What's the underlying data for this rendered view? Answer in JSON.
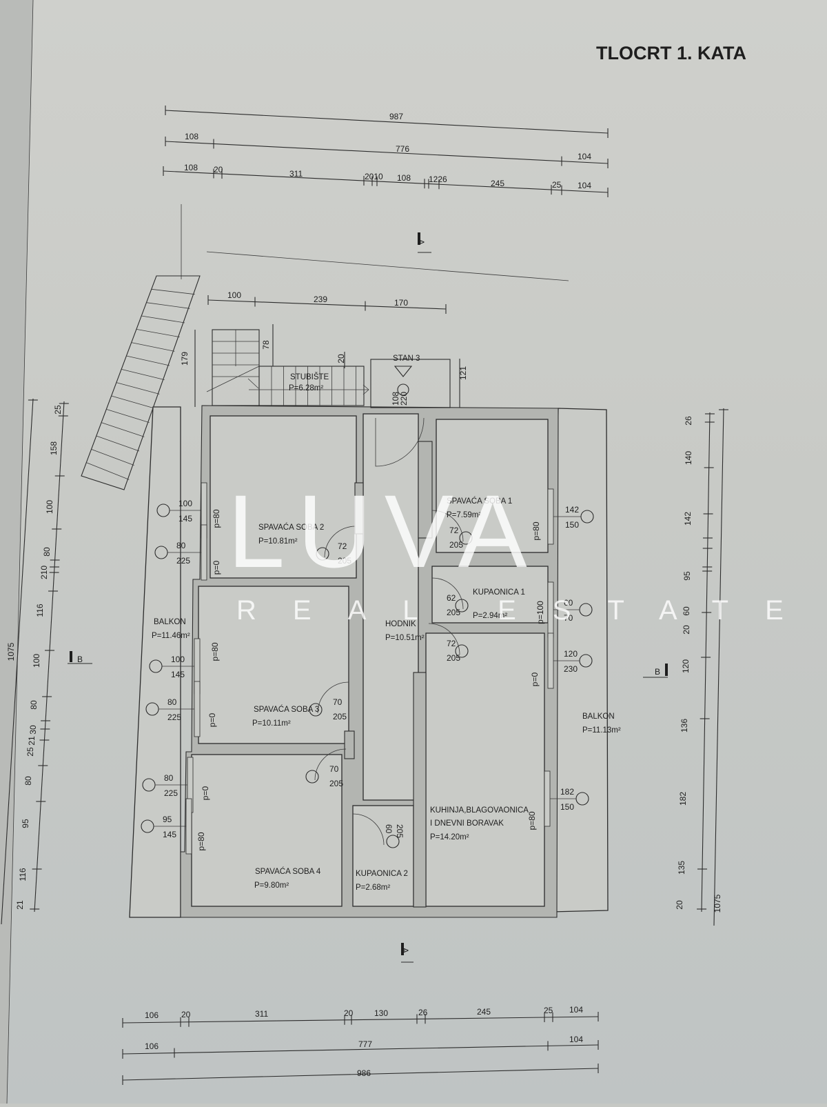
{
  "title": "TLOCRT 1. KATA",
  "watermark": {
    "brand": "LUVA",
    "tagline": "REAL ESTATE"
  },
  "rooms": {
    "stubiste": {
      "name": "STUBIŠTE",
      "area": "P=6.28m²"
    },
    "stan3": {
      "name": "STAN 3"
    },
    "soba2": {
      "name": "SPAVAĆA SOBA 2",
      "area": "P=10.81m²"
    },
    "soba1": {
      "name": "SPAVAĆA SOBA 1",
      "area": "P=7.59m²"
    },
    "kupaonica1": {
      "name": "KUPAONICA 1",
      "area": "P=2.94m²"
    },
    "hodnik": {
      "name": "HODNIK",
      "area": "P=10.51m²"
    },
    "balkon_left": {
      "name": "BALKON",
      "area": "P=11.46m²"
    },
    "soba3": {
      "name": "SPAVAĆA SOBA 3",
      "area": "P=10.11m²"
    },
    "balkon_right": {
      "name": "BALKON",
      "area": "P=11.13m²"
    },
    "soba4": {
      "name": "SPAVAĆA SOBA 4",
      "area": "P=9.80m²"
    },
    "kupaonica2": {
      "name": "KUPAONICA 2",
      "area": "P=2.68m²"
    },
    "kuhinja": {
      "line1": "KUHINJA,BLAGOVAONICA",
      "line2": "I DNEVNI BORAVAK",
      "area": "P=14.20m²"
    }
  },
  "section_markers": {
    "a_top": "A",
    "a_bottom": "A",
    "b_left": "B",
    "b_right": "B"
  },
  "dims_top": {
    "row1": [
      "987"
    ],
    "row2": [
      "108",
      "776",
      "104"
    ],
    "row3": [
      "108",
      "20",
      "311",
      "2010",
      "108",
      "1226",
      "245",
      "25",
      "104"
    ]
  },
  "dims_bottom": {
    "row1": [
      "106",
      "20",
      "311",
      "20",
      "130",
      "26",
      "245",
      "25",
      "104"
    ],
    "row2": [
      "106",
      "777",
      "104"
    ],
    "row3": [
      "986"
    ]
  },
  "dims_left": {
    "total": "1075",
    "segments": [
      "25",
      "158",
      "100",
      "80",
      "210",
      "116",
      "100",
      "80",
      "30",
      "21",
      "25",
      "80",
      "95",
      "116",
      "21"
    ]
  },
  "dims_right": {
    "total": "1075",
    "segments": [
      "26",
      "140",
      "142",
      "95",
      "60",
      "20",
      "120",
      "136",
      "182",
      "135",
      "20"
    ]
  },
  "dims_stairs": {
    "horizontal": [
      "100",
      "239",
      "170"
    ],
    "h179": "179",
    "h78": "78",
    "h20": "20",
    "h121": "121",
    "door_w": "108",
    "door_h": "220"
  },
  "window_tags": [
    {
      "w": "100",
      "h": "145"
    },
    {
      "w": "80",
      "h": "225"
    },
    {
      "w": "100",
      "h": "145"
    },
    {
      "w": "80",
      "h": "225"
    },
    {
      "w": "80",
      "h": "225"
    },
    {
      "w": "95",
      "h": "145"
    },
    {
      "w": "142",
      "h": "150"
    },
    {
      "w": "60",
      "h": "70"
    },
    {
      "w": "120",
      "h": "230"
    },
    {
      "w": "182",
      "h": "150"
    }
  ],
  "door_tags": [
    {
      "w": "72",
      "h": "205"
    },
    {
      "w": "72",
      "h": "205"
    },
    {
      "w": "62",
      "h": "205"
    },
    {
      "w": "72",
      "h": "205"
    },
    {
      "w": "70",
      "h": "205"
    },
    {
      "w": "70",
      "h": "205"
    },
    {
      "w": "60",
      "h": "205"
    }
  ],
  "parapets": [
    "p=80",
    "p=0",
    "p=80",
    "p=0",
    "p=0",
    "p=80",
    "p=80",
    "p=100",
    "p=0",
    "p=80"
  ]
}
